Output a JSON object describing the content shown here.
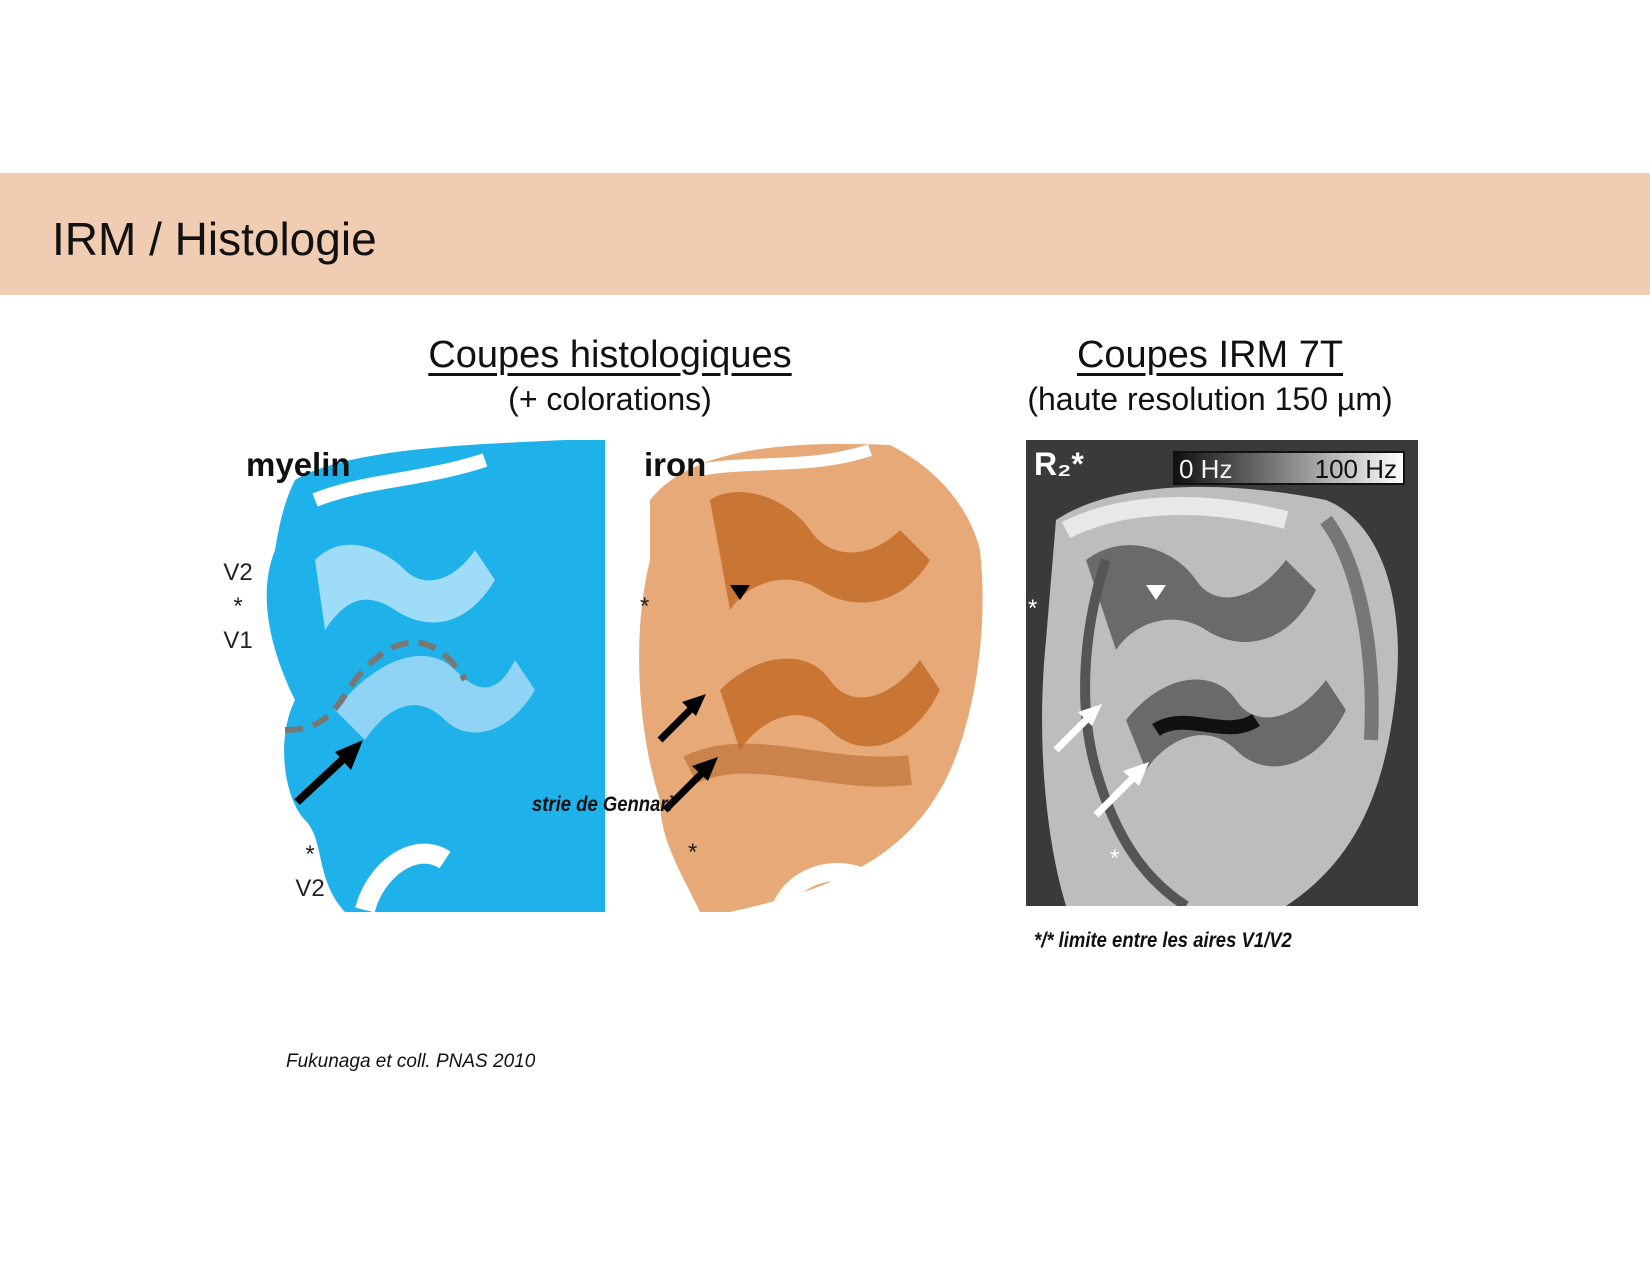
{
  "slide": {
    "title": "IRM / Histologie"
  },
  "left_header": {
    "title": "Coupes histologiques",
    "subtitle": "(+ colorations)"
  },
  "right_header": {
    "title": "Coupes IRM 7T",
    "subtitle": "(haute resolution 150 µm)"
  },
  "panels": {
    "myelin": {
      "label": "myelin",
      "v2_top": "V2",
      "star_a": "*",
      "v1": "V1",
      "star_b": "*",
      "v2_bottom": "V2",
      "color": "#1fb2ea"
    },
    "iron": {
      "label": "iron",
      "star_a": "*",
      "star_b": "*",
      "color": "#d98a4c"
    },
    "mri": {
      "label": "R₂*",
      "scale_low": "0 Hz",
      "scale_high": "100 Hz",
      "star_a": "*",
      "star_b": "*"
    }
  },
  "annotations": {
    "gennari": "strie de Gennari",
    "boundary": "*/* limite entre les aires V1/V2"
  },
  "reference": "Fukunaga et coll. PNAS 2010"
}
